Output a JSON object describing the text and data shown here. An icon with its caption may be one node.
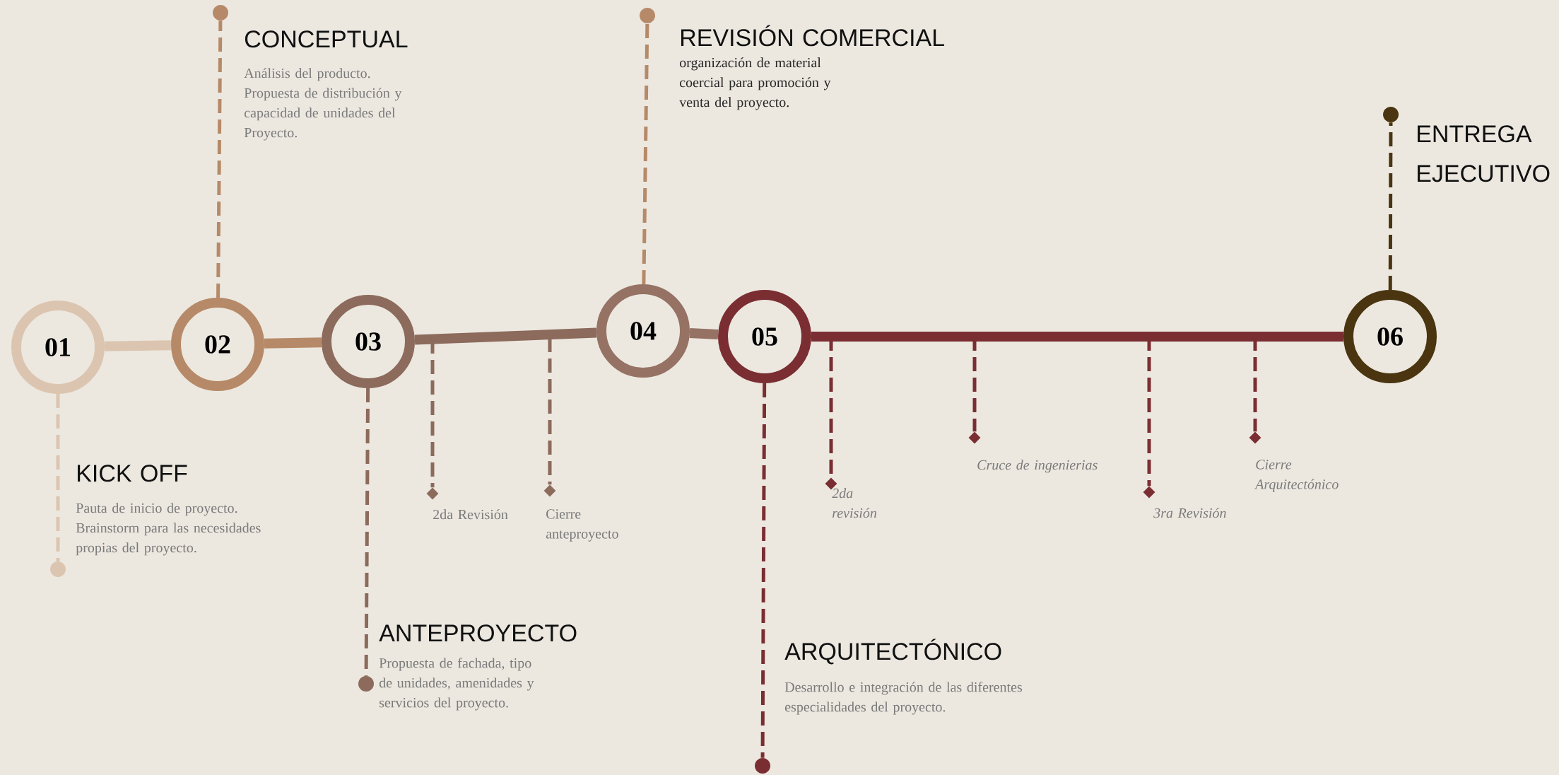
{
  "diagram": {
    "nodes": [
      {
        "text": [
          "01"
        ]
      },
      {
        "text": [
          "02"
        ]
      },
      {
        "text": [
          "03"
        ]
      },
      {
        "text": [
          "04"
        ]
      },
      {
        "text": [
          "05"
        ]
      },
      {
        "text": [
          "06"
        ]
      },
      {
        "text": [],
        "shape": "circle",
        "beside": [
          "KICK OFF",
          "Pauta de inicio de proyecto. Brainstorm para las necesidades propias del proyecto."
        ]
      },
      {
        "text": [],
        "shape": "circle",
        "beside": [
          "CONCEPTUAL",
          "Análisis del producto. Propuesta de distribución y capacidad de unidades del Proyecto."
        ]
      },
      {
        "text": [],
        "shape": "circle",
        "beside": [
          "ANTEPROYECTO",
          "Propuesta de fachada, tipo de unidades, amenidades y servicios del proyecto."
        ]
      },
      {
        "text": [],
        "shape": "circle",
        "beside": [
          "REVISIÓN COMERCIAL",
          "organización de material coercial para promoción y venta del proyecto."
        ]
      },
      {
        "text": [],
        "shape": "circle",
        "beside": [
          "ARQUITECTÓNICO",
          "Desarrollo e integración de las diferentes especialidades del proyecto."
        ]
      },
      {
        "text": [],
        "shape": "circle",
        "beside": [
          "ENTREGA EJECUTIVO"
        ]
      },
      {
        "text": [],
        "shape": "diamond",
        "beside": [
          "2da Revisión"
        ]
      },
      {
        "text": [],
        "shape": "diamond",
        "beside": [
          "Cierre anteproyecto"
        ]
      },
      {
        "text": [],
        "shape": "diamond",
        "beside": [
          "2da revisión"
        ]
      },
      {
        "text": [],
        "shape": "diamond",
        "beside": [
          "Cruce de ingenierias"
        ]
      },
      {
        "text": [],
        "shape": "diamond",
        "beside": [
          "3ra Revisión"
        ]
      },
      {
        "text": [],
        "shape": "diamond",
        "beside": [
          "Cierre Arquitectónico"
        ]
      }
    ],
    "edges": [
      {
        "from": 0,
        "to": 1,
        "arrow": "none",
        "style": "thick",
        "color": "#dcc5b0"
      },
      {
        "from": 1,
        "to": 2,
        "arrow": "none",
        "style": "thick",
        "color": "#b68a68"
      },
      {
        "from": 2,
        "to": 3,
        "arrow": "none",
        "style": "thick",
        "color": "#8c6a5c"
      },
      {
        "from": 3,
        "to": 4,
        "arrow": "none",
        "style": "thick",
        "color": "#957264"
      },
      {
        "from": 4,
        "to": 5,
        "arrow": "none",
        "style": "thick",
        "color": "#7a2e32"
      },
      {
        "from": 0,
        "to": 6,
        "arrow": "none",
        "style": "dashed",
        "color": "#dcc5b0"
      },
      {
        "from": 1,
        "to": 7,
        "arrow": "none",
        "style": "dashed",
        "color": "#b68a68"
      },
      {
        "from": 2,
        "to": 8,
        "arrow": "none",
        "style": "dashed",
        "color": "#8c6a5c"
      },
      {
        "from": 3,
        "to": 9,
        "arrow": "none",
        "style": "dashed",
        "color": "#b68a68"
      },
      {
        "from": 4,
        "to": 10,
        "arrow": "none",
        "style": "dashed",
        "color": "#7a2e32"
      },
      {
        "from": 5,
        "to": 11,
        "arrow": "none",
        "style": "dashed",
        "color": "#4a3510"
      },
      {
        "from": null,
        "to": 12,
        "arrow": "none",
        "style": "dashed",
        "color": "#8c6a5c"
      },
      {
        "from": null,
        "to": 13,
        "arrow": "none",
        "style": "dashed",
        "color": "#8c6a5c"
      },
      {
        "from": null,
        "to": 14,
        "arrow": "none",
        "style": "dashed",
        "color": "#7a2e32"
      },
      {
        "from": null,
        "to": 15,
        "arrow": "none",
        "style": "dashed",
        "color": "#7a2e32"
      },
      {
        "from": null,
        "to": 16,
        "arrow": "none",
        "style": "dashed",
        "color": "#7a2e32"
      },
      {
        "from": null,
        "to": 17,
        "arrow": "none",
        "style": "dashed",
        "color": "#7a2e32"
      }
    ]
  }
}
